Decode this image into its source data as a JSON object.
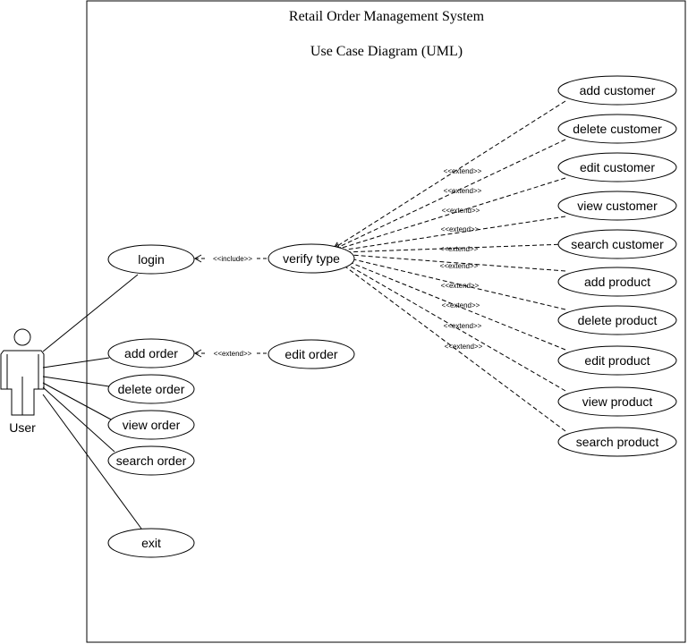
{
  "diagram": {
    "title": "Retail Order Management System",
    "subtitle": "Use Case Diagram (UML)",
    "actor": {
      "label": "User",
      "icon": "stick-figure-actor-icon"
    },
    "use_cases": {
      "login": "login",
      "add_order": "add order",
      "delete_order": "delete order",
      "view_order": "view order",
      "search_order": "search order",
      "exit": "exit",
      "verify_type": "verify type",
      "edit_order": "edit order",
      "add_customer": "add customer",
      "delete_customer": "delete customer",
      "edit_customer": "edit customer",
      "view_customer": "view customer",
      "search_customer": "search customer",
      "add_product": "add product",
      "delete_product": "delete product",
      "edit_product": "edit product",
      "view_product": "view product",
      "search_product": "search product"
    },
    "stereotypes": {
      "include": "<<include>>",
      "extend": "<<extend>>"
    }
  }
}
